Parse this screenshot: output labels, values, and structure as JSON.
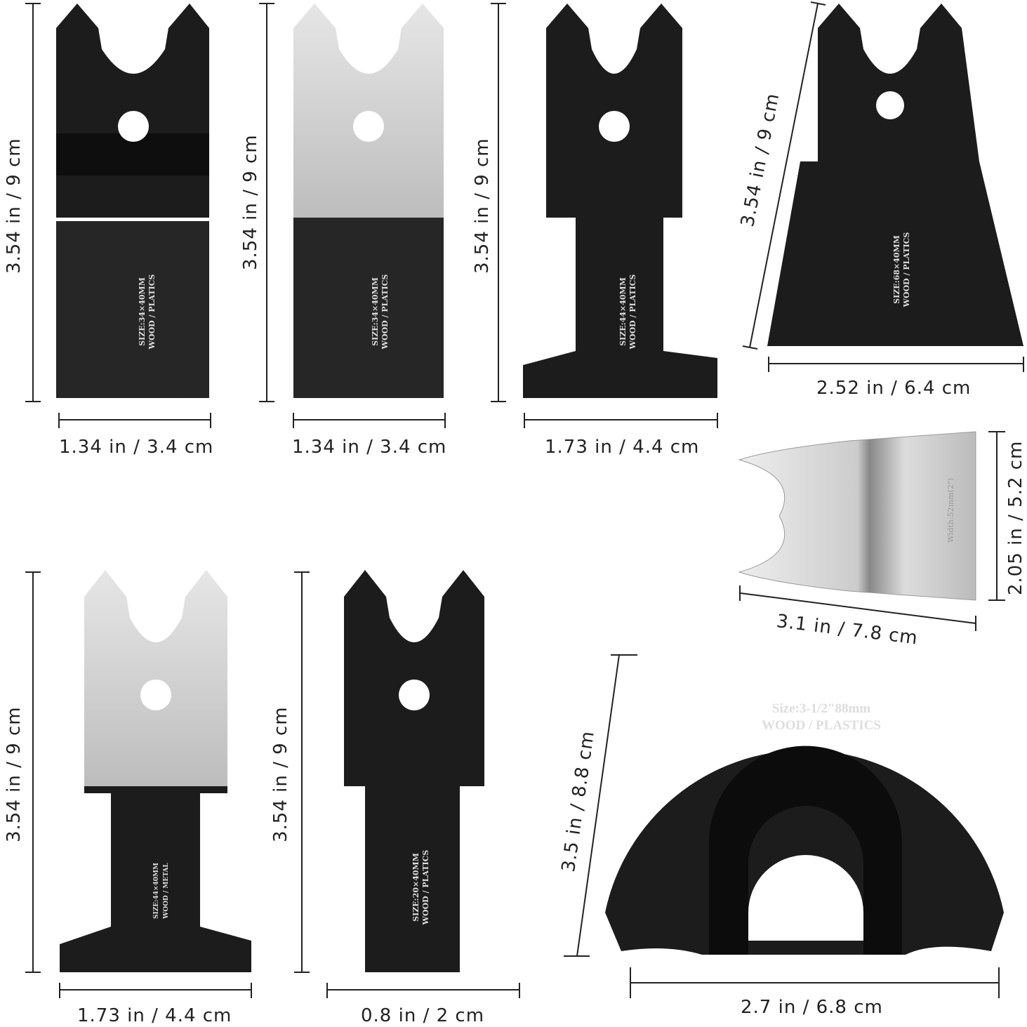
{
  "dimensions": {
    "blade1_height": "3.54 in / 9 cm",
    "blade1_width": "1.34 in / 3.4 cm",
    "blade2_height": "3.54 in / 9 cm",
    "blade2_width": "1.34 in / 3.4 cm",
    "blade3_height": "3.54 in / 9 cm",
    "blade3_width": "1.73 in / 4.4 cm",
    "blade4_height": "3.54 in / 9 cm",
    "blade4_width": "2.52 in / 6.4 cm",
    "scraper_height": "2.05 in / 5.2 cm",
    "scraper_width": "3.1 in / 7.8 cm",
    "blade6_height": "3.54 in / 9 cm",
    "blade6_width": "1.73 in / 4.4 cm",
    "blade7_height": "3.54 in / 9 cm",
    "blade7_width": "0.8 in / 2 cm",
    "segment_height": "3.5 in / 8.8 cm",
    "segment_width": "2.7 in / 6.8 cm"
  },
  "blade_labels": {
    "blade1": [
      "SIZE:34×40MM",
      "WOOD / PLATICS"
    ],
    "blade2": [
      "SIZE:34×40MM",
      "WOOD / PLATICS"
    ],
    "blade3": [
      "SIZE:44×40MM",
      "WOOD / PLATICS"
    ],
    "blade4": [
      "SIZE:68×40MM",
      "WOOD / PLATICS"
    ],
    "scraper": [
      "Width:52mm(2\")"
    ],
    "blade6": [
      "SIZE:44×40MM",
      "WOOD / METAL"
    ],
    "blade7": [
      "SIZE:20×40MM",
      "WOOD / PLATICS"
    ],
    "segment": [
      "Size:3-1/2\"88mm",
      "WOOD / PLASTICS"
    ]
  },
  "colors": {
    "blade_dark": "#1c1c1c",
    "blade_silver": "#d4d4d4",
    "line": "#222222"
  }
}
